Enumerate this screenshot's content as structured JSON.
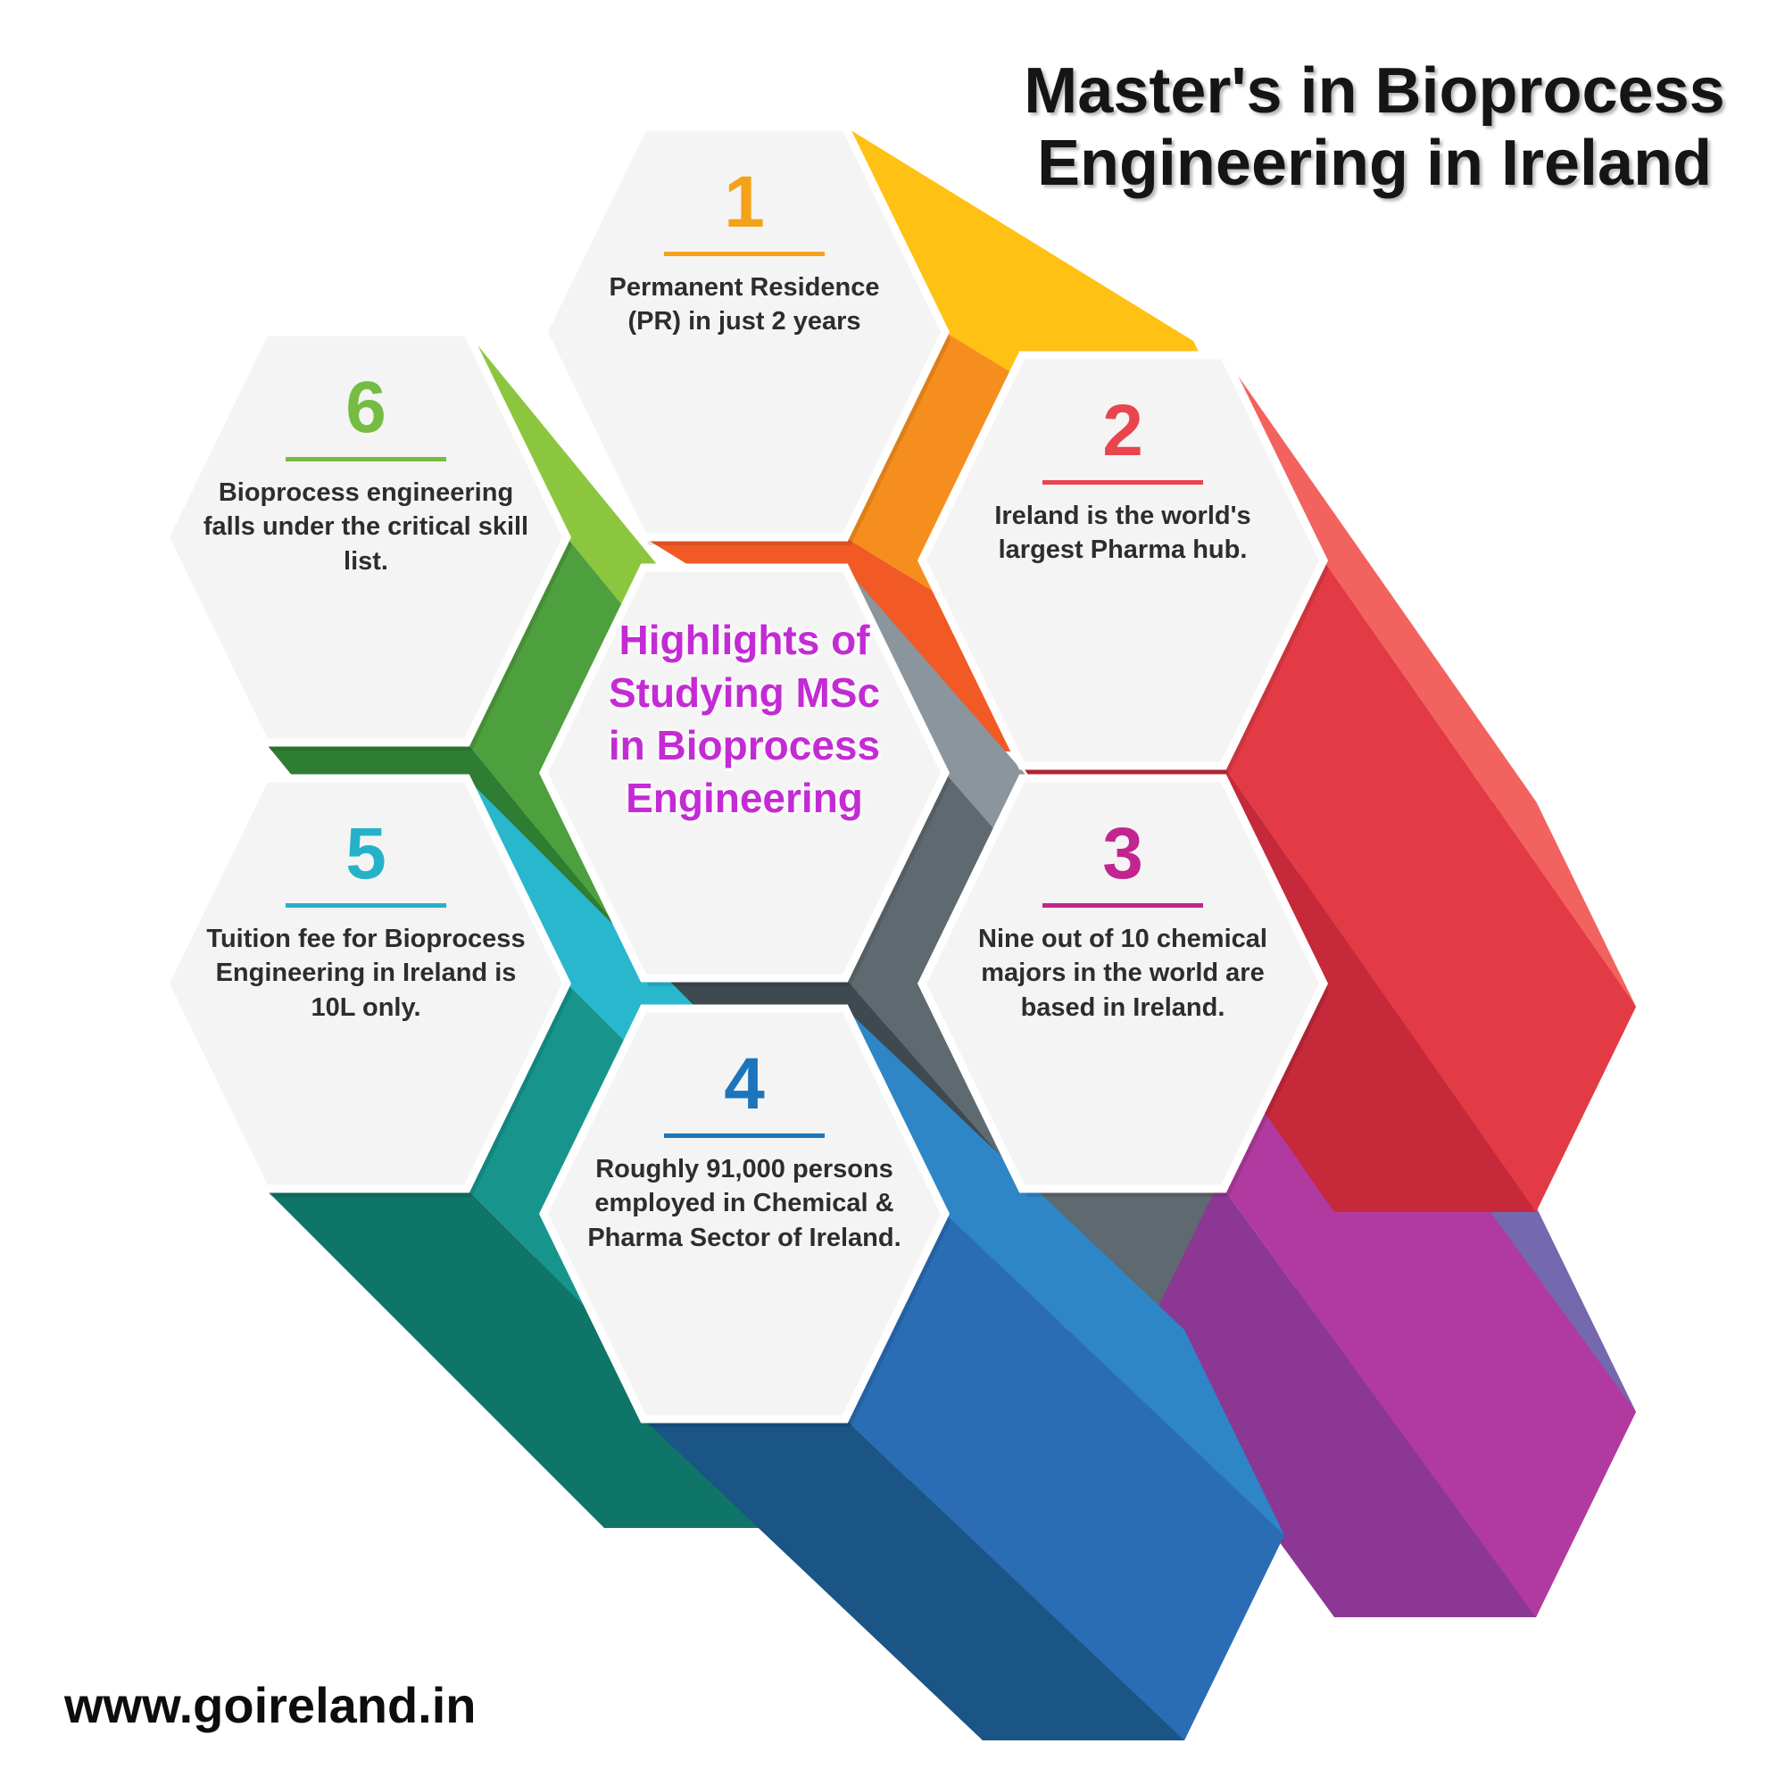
{
  "page": {
    "background": "#ffffff",
    "hex_fill": "#f4f4f4"
  },
  "title": {
    "line1": "Master's in Bioprocess",
    "line2": "Engineering in Ireland"
  },
  "website": "www.goireland.in",
  "center_hex": {
    "lines": [
      "Highlights of",
      "Studying MSc",
      "in Bioprocess",
      "Engineering"
    ],
    "text_color": "#c32bd4",
    "light": "#8a959e",
    "mid": "#5e6970",
    "dark": "#3f4950"
  },
  "hexagons": [
    {
      "number": "1",
      "text": "Permanent Residence (PR) in just 2 years",
      "accent": "#f5a21b",
      "light": "#ffc113",
      "mid": "#f68e1e",
      "dark": "#f15a24"
    },
    {
      "number": "2",
      "text": "Ireland is the world's largest Pharma hub.",
      "accent": "#e8454f",
      "light": "#f2635f",
      "mid": "#e23b45",
      "dark": "#c5293a"
    },
    {
      "number": "3",
      "text": "Nine out of 10 chemical majors in the world are based in Ireland.",
      "accent": "#c2258f",
      "light": "#7468ae",
      "mid": "#b13aa0",
      "dark": "#8c3793"
    },
    {
      "number": "4",
      "text": "Roughly 91,000 persons employed in Chemical & Pharma Sector of Ireland.",
      "accent": "#1c75bc",
      "light": "#2e86c6",
      "mid": "#2a6db5",
      "dark": "#1b5586"
    },
    {
      "number": "5",
      "text": "Tuition fee for Bioprocess Engineering in Ireland is 10L only.",
      "accent": "#25b2c9",
      "light": "#29b7cd",
      "mid": "#17958d",
      "dark": "#0f7568"
    },
    {
      "number": "6",
      "text": "Bioprocess engineering falls under the critical skill list.",
      "accent": "#76bc43",
      "light": "#8cc63f",
      "mid": "#4e9f3d",
      "dark": "#2f7d33"
    }
  ]
}
